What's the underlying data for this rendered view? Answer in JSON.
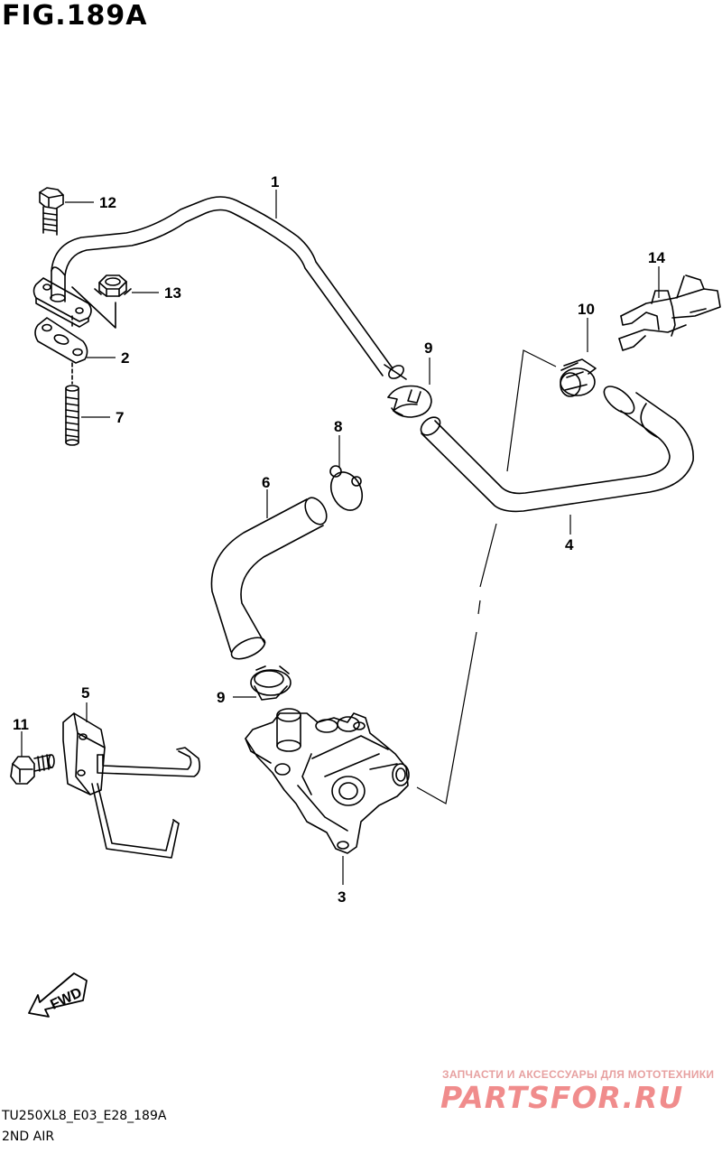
{
  "figure": {
    "title": "FIG.189A",
    "code": "TU250XL8_E03_E28_189A",
    "name": "2ND AIR"
  },
  "fwd_label": "FWD",
  "callouts": [
    "1",
    "2",
    "3",
    "4",
    "5",
    "6",
    "7",
    "8",
    "9",
    "9",
    "10",
    "11",
    "12",
    "13",
    "14"
  ],
  "watermark": {
    "tagline": "ЗАПЧАСТИ И АКСЕССУАРЫ ДЛЯ МОТОТЕХНИКИ",
    "logo": "PARTSFOR.RU"
  },
  "colors": {
    "line": "#000000",
    "watermark": "#f08c8c"
  }
}
